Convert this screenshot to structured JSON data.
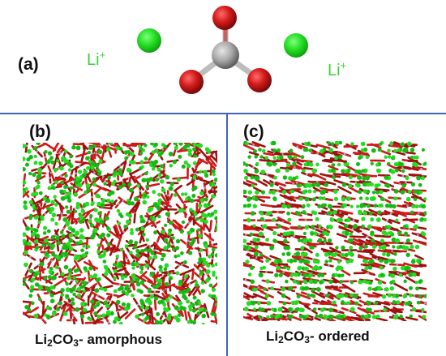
{
  "panel_a": {
    "label": "(a)",
    "li_left": {
      "symbol": "Li",
      "charge": "+"
    },
    "li_right": {
      "symbol": "Li",
      "charge": "+"
    }
  },
  "panel_b": {
    "label": "(b)",
    "caption": {
      "li": "Li",
      "li_sub": "2",
      "c": "CO",
      "o_sub": "3",
      "rest": "- amorphous"
    }
  },
  "panel_c": {
    "label": "(c)",
    "caption": {
      "li": "Li",
      "li_sub": "2",
      "c": "CO",
      "o_sub": "3",
      "rest": "- ordered"
    }
  },
  "colors": {
    "lithium": "#22dd22",
    "oxygen": "#cc1a1a",
    "carbon": "#a8a8a8",
    "divider": "#3f63b8"
  }
}
